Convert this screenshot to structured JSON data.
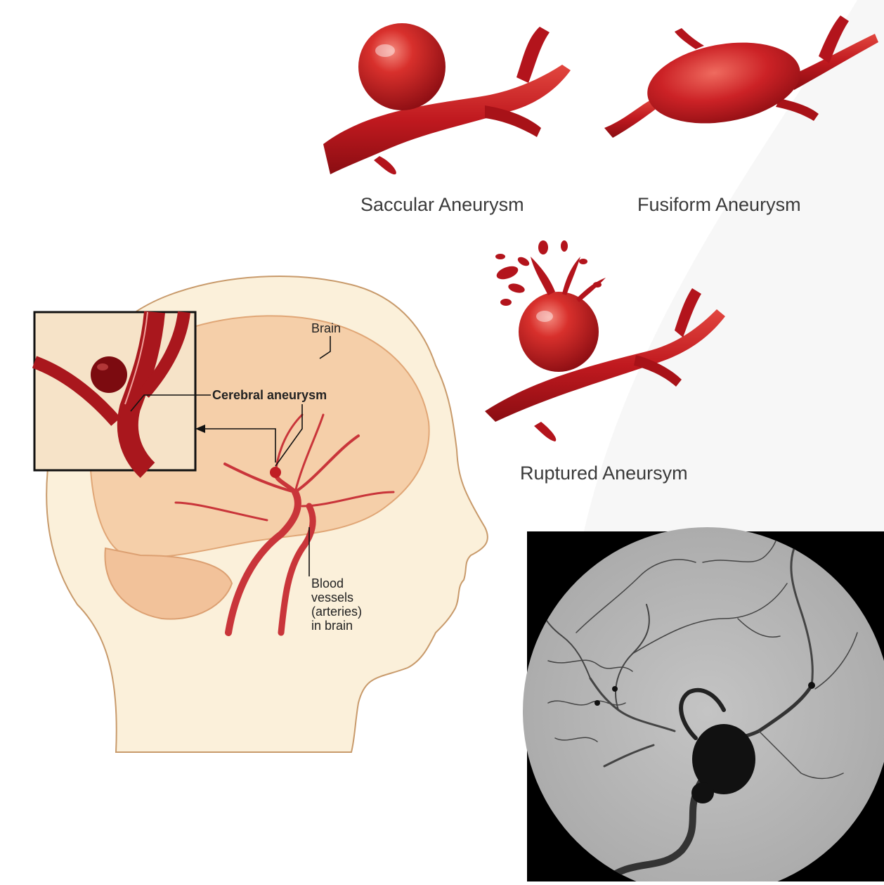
{
  "aneurysm_types": {
    "saccular": "Saccular Aneurysm",
    "fusiform": "Fusiform Aneurysm",
    "ruptured": "Ruptured Aneursym"
  },
  "head_diagram": {
    "brain": "Brain",
    "cerebral_aneurysm": "Cerebral aneurysm",
    "blood_vessels": [
      "Blood",
      "vessels",
      "(arteries)",
      "in brain"
    ]
  },
  "colors": {
    "artery_red": "#b3141c",
    "artery_highlight": "#e8524f",
    "skin": "#fbf0da",
    "brain": "#f5cfa9",
    "angiogram_bg": "#bcbcbc"
  }
}
